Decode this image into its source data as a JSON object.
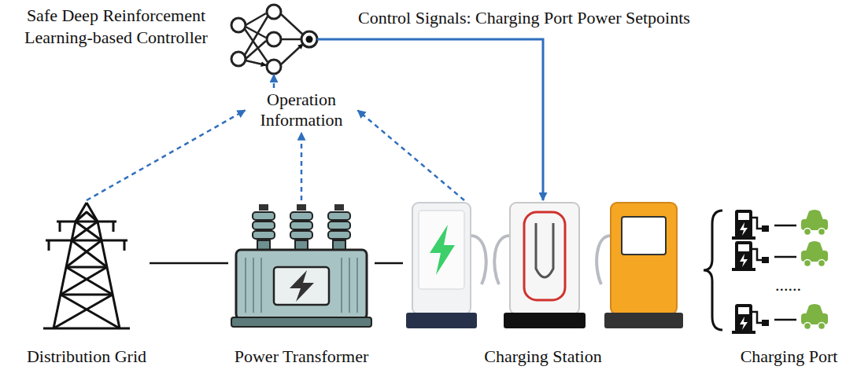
{
  "diagram": {
    "nodes": [
      {
        "text": [
          "Safe Deep Reinforcement Learning-based Controller"
        ]
      },
      {
        "text": [
          "Operation Information"
        ]
      },
      {
        "text": [
          "Distribution Grid"
        ]
      },
      {
        "text": [
          "Power Transformer"
        ]
      },
      {
        "text": [
          "Charging Station"
        ]
      },
      {
        "text": [
          "Charging Port"
        ]
      }
    ],
    "edges": [
      {
        "from": 0,
        "to": 4,
        "arrow": "to",
        "label": "Control Signals: Charging Port Power Setpoints"
      },
      {
        "from": 2,
        "to": 1,
        "arrow": "to"
      },
      {
        "from": 3,
        "to": 1,
        "arrow": "to"
      },
      {
        "from": 4,
        "to": 1,
        "arrow": "to"
      },
      {
        "from": 1,
        "to": 0,
        "arrow": "to"
      },
      {
        "from": 2,
        "to": 3,
        "arrow": "none"
      },
      {
        "from": 3,
        "to": 4,
        "arrow": "none"
      }
    ],
    "labels": [
      "......"
    ]
  }
}
